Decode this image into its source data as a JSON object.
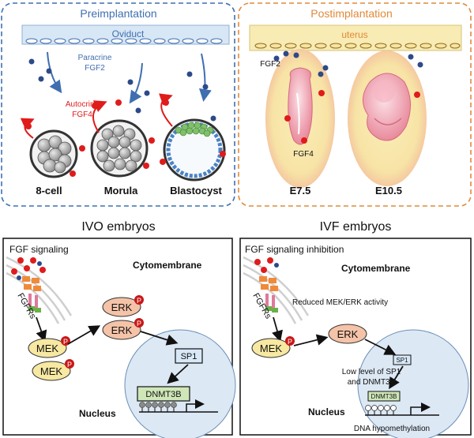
{
  "top": {
    "pre_title": "Preimplantation",
    "oviduct": "Oviduct",
    "paracrine_1": "Paracrine",
    "paracrine_2": "FGF2",
    "autocrine_1": "Autocrine",
    "autocrine_2": "FGF4",
    "stage_8cell": "8-cell",
    "stage_morula": "Morula",
    "stage_blastocyst": "Blastocyst",
    "post_title": "Postimplantation",
    "uterus": "uterus",
    "fgf2": "FGF2",
    "fgf4": "FGF4",
    "stage_e75": "E7.5",
    "stage_e105": "E10.5"
  },
  "ivo": {
    "heading": "IVO embryos",
    "fgf_signaling": "FGF signaling",
    "cytomembrane": "Cytomembrane",
    "fgfrs": "FGFRs",
    "erk1": "ERK",
    "erk2": "ERK",
    "mek1": "MEK",
    "mek2": "MEK",
    "sp1": "SP1",
    "dnmt3b": "DNMT3B",
    "nucleus": "Nucleus",
    "p": "P"
  },
  "ivf": {
    "heading": "IVF embryos",
    "fgf_inhibition": "FGF signaling inhibition",
    "cytomembrane": "Cytomembrane",
    "fgfrs": "FGFRs",
    "reduced": "Reduced MEK/ERK activity",
    "mek": "MEK",
    "erk": "ERK",
    "sp1": "SP1",
    "low_1": "Low level of SP1",
    "low_2": "and DNMT3B",
    "dnmt3b": "DNMT3B",
    "nucleus": "Nucleus",
    "hypo": "DNA hypomethylation",
    "p": "P"
  },
  "colors": {
    "blue_dash": "#3f6fb0",
    "orange_dash": "#e08a3a",
    "ligand_red": "#e01b1b",
    "ligand_blue": "#2c4a8a",
    "node_yellow": "#f7e8a2",
    "node_salmon": "#f5c3a8",
    "nucleus_blue": "#dce8f4"
  }
}
